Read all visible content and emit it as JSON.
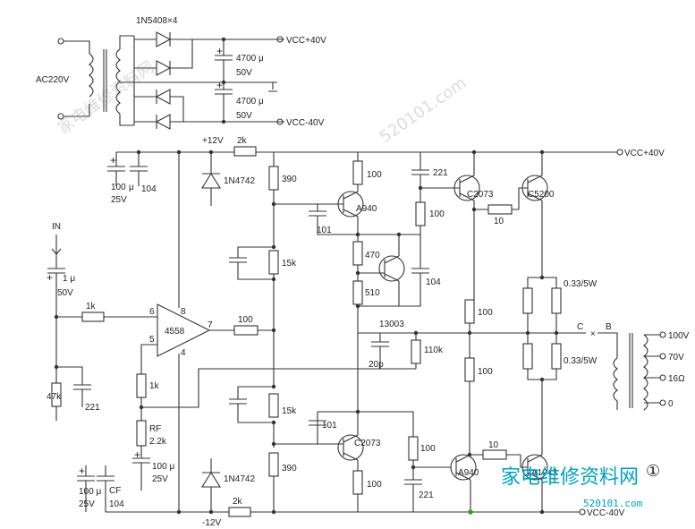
{
  "labels": {
    "ac": "AC220V",
    "diodes": "1N5408×4",
    "cap1_val": "4700 μ",
    "cap1_v": "50V",
    "cap2_val": "4700 μ",
    "cap2_v": "50V",
    "vcc_pos_top": "VCC+40V",
    "vcc_neg_top": "VCC-40V",
    "vcc_pos_out": "VCC+40V",
    "vcc_neg_out": "VCC-40V",
    "plus12": "+12V",
    "minus12": "-12V",
    "r2k_top": "2k",
    "r2k_bot": "2k",
    "zener_top": "1N4742",
    "zener_bot": "1N4742",
    "c100u_top_a": "100",
    "c100u_top_b": "μ",
    "c100u_top_v": "25V",
    "c104_top": "104",
    "in": "IN",
    "cin_val": "1 μ",
    "cin_v": "50V",
    "r1k_in": "1k",
    "r47k": "47k",
    "c221_in": "221",
    "pin6": "6",
    "pin8": "8",
    "pin5": "5",
    "pin4": "4",
    "pin7": "7",
    "opamp": "4558",
    "r1k_fb": "1k",
    "rf": "RF",
    "rf_val": "2.2k",
    "cf_val": "100 μ",
    "cf_v": "25V",
    "cbot_a": "100 μ",
    "cbot_v": "25V",
    "cbot_cf": "CF",
    "cbot_104": "104",
    "r100_out": "100",
    "r390_top": "390",
    "r15k_top": "15k",
    "r15k_bot": "15k",
    "r390_bot": "390",
    "r100_a940": "100",
    "a940_top": "A940",
    "c101_top": "101",
    "r470": "470",
    "r510": "510",
    "c104_mid": "104",
    "t13003": "13003",
    "c221_top": "221",
    "r100_drv": "100",
    "c2073_top": "C2073",
    "r10_top": "10",
    "c5200": "C5200",
    "r033_top": "0.33/5W",
    "r100_mid_a": "100",
    "r100_mid_b": "100",
    "r110k": "110k",
    "c20p": "20p",
    "point_c": "C",
    "point_x": "×",
    "point_b": "B",
    "r033_bot": "0.33/5W",
    "tap_100v": "100V",
    "tap_70v": "70V",
    "tap_16": "16Ω",
    "tap_0": "0",
    "c101_bot": "101",
    "c2073_bot": "C2073",
    "r100_bot_a": "100",
    "r100_bot_b": "100",
    "a940_bot": "A940",
    "r10_bot": "10",
    "a1943": "A1943",
    "c221_bot": "221",
    "circle_no": "①"
  },
  "watermarks": {
    "site_cn": "家电维修资料网",
    "site_url": "520101.com",
    "brand_cn": "家电维修资料网",
    "brand_url": "520101.com"
  }
}
